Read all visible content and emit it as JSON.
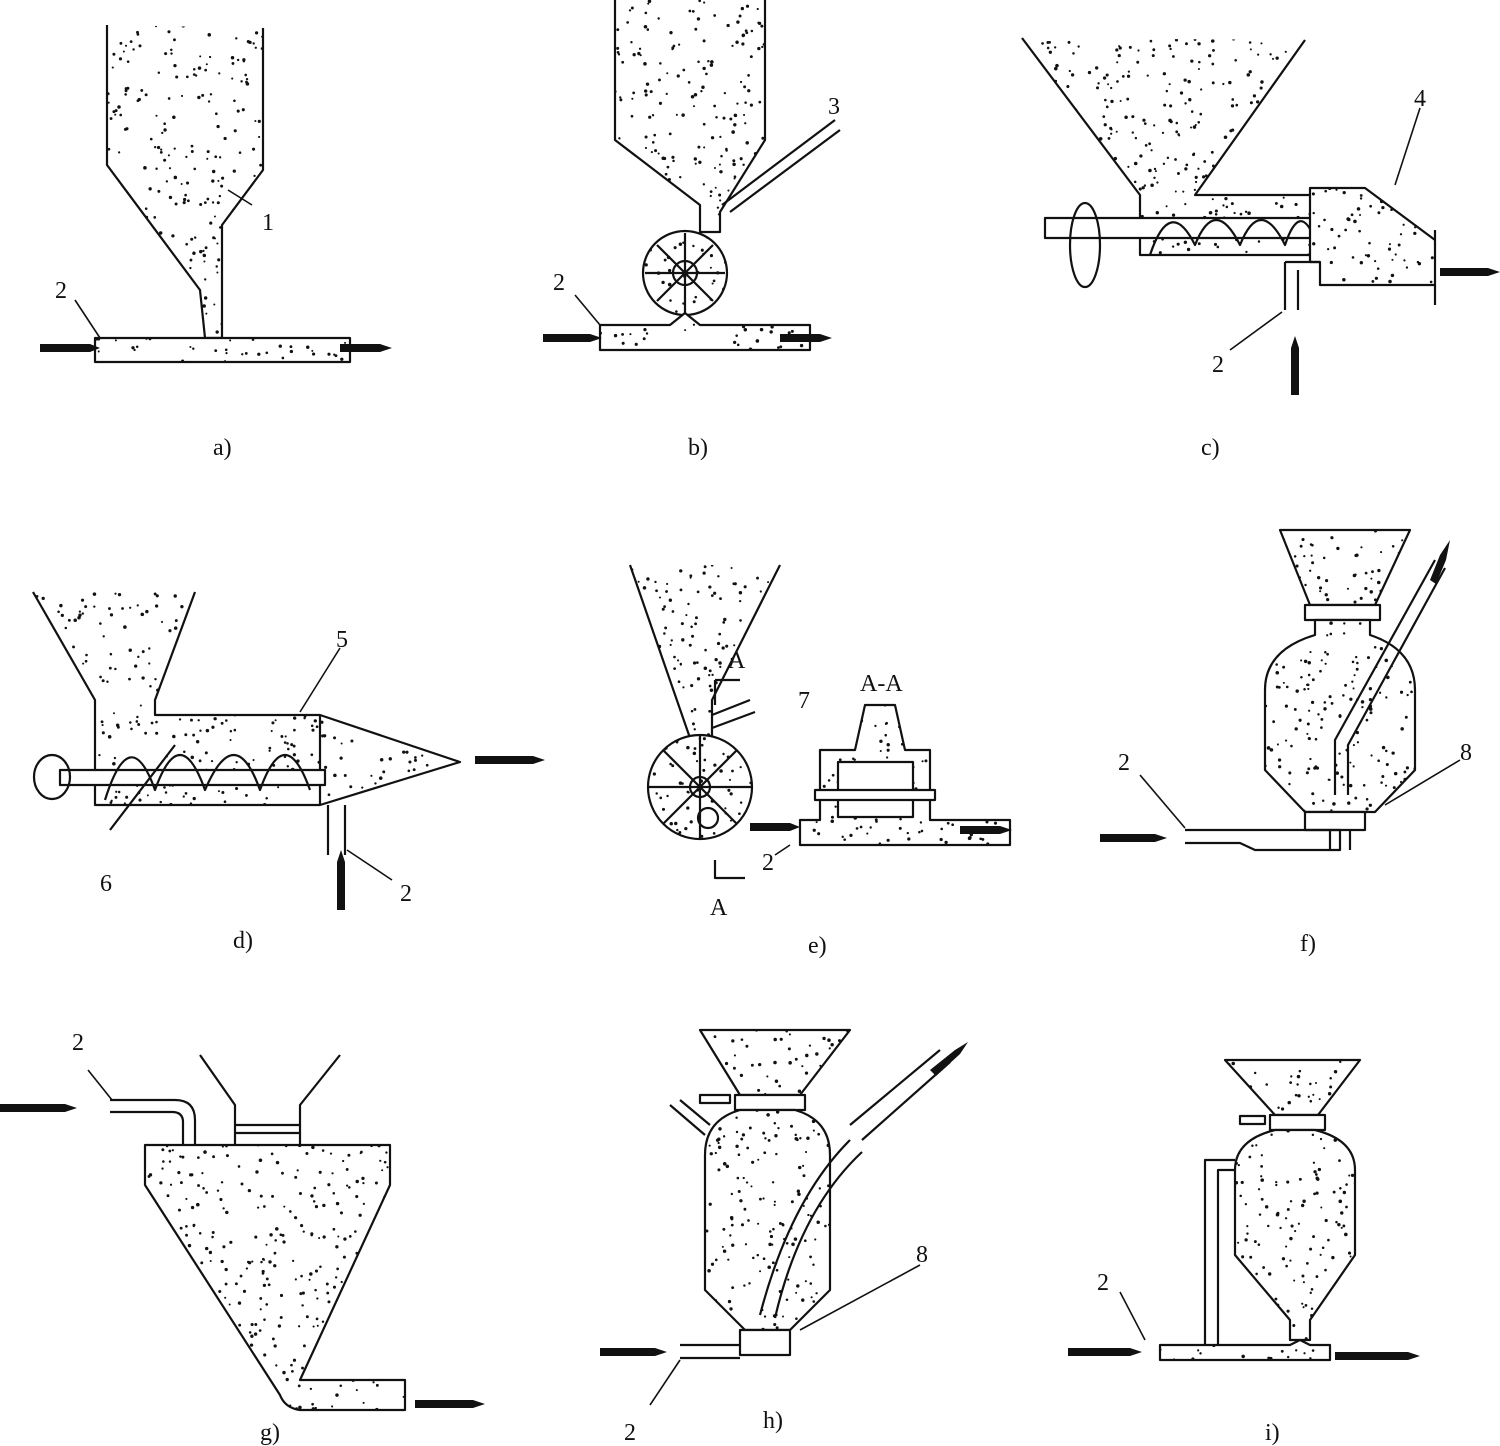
{
  "panels": [
    {
      "caption": "a)",
      "labels": [
        "1",
        "2"
      ]
    },
    {
      "caption": "b)",
      "labels": [
        "3",
        "2"
      ]
    },
    {
      "caption": "c)",
      "labels": [
        "4",
        "2"
      ]
    },
    {
      "caption": "d)",
      "labels": [
        "5",
        "6",
        "2"
      ]
    },
    {
      "caption": "e)",
      "labels": [
        "A",
        "7",
        "A-A",
        "2",
        "A"
      ]
    },
    {
      "caption": "f)",
      "labels": [
        "2",
        "8"
      ]
    },
    {
      "caption": "g)",
      "labels": [
        "2"
      ]
    },
    {
      "caption": "h)",
      "labels": [
        "8",
        "2"
      ]
    },
    {
      "caption": "i)",
      "labels": [
        "2"
      ]
    }
  ]
}
